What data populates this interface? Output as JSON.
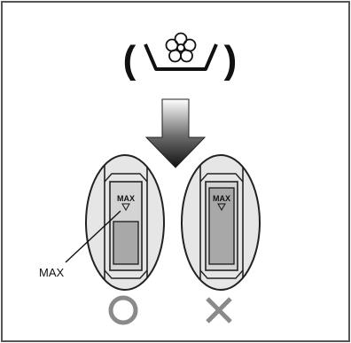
{
  "symbol": {
    "open_paren": "(",
    "close_paren": ")",
    "icon": "softener-flower-icon"
  },
  "arrow": {
    "icon": "down-arrow-icon"
  },
  "panels": {
    "correct": {
      "max_label": "MAX",
      "fill_level": "below-max",
      "verdict_icon": "circle-icon"
    },
    "incorrect": {
      "max_label": "MAX",
      "fill_level": "above-max",
      "verdict_icon": "cross-icon"
    }
  },
  "callout": {
    "label": "MAX"
  },
  "colors": {
    "stroke": "#222222",
    "liquid": "#a8a8a8",
    "verdict": "#8a8a8a",
    "chamber": "#d4d4d4"
  }
}
